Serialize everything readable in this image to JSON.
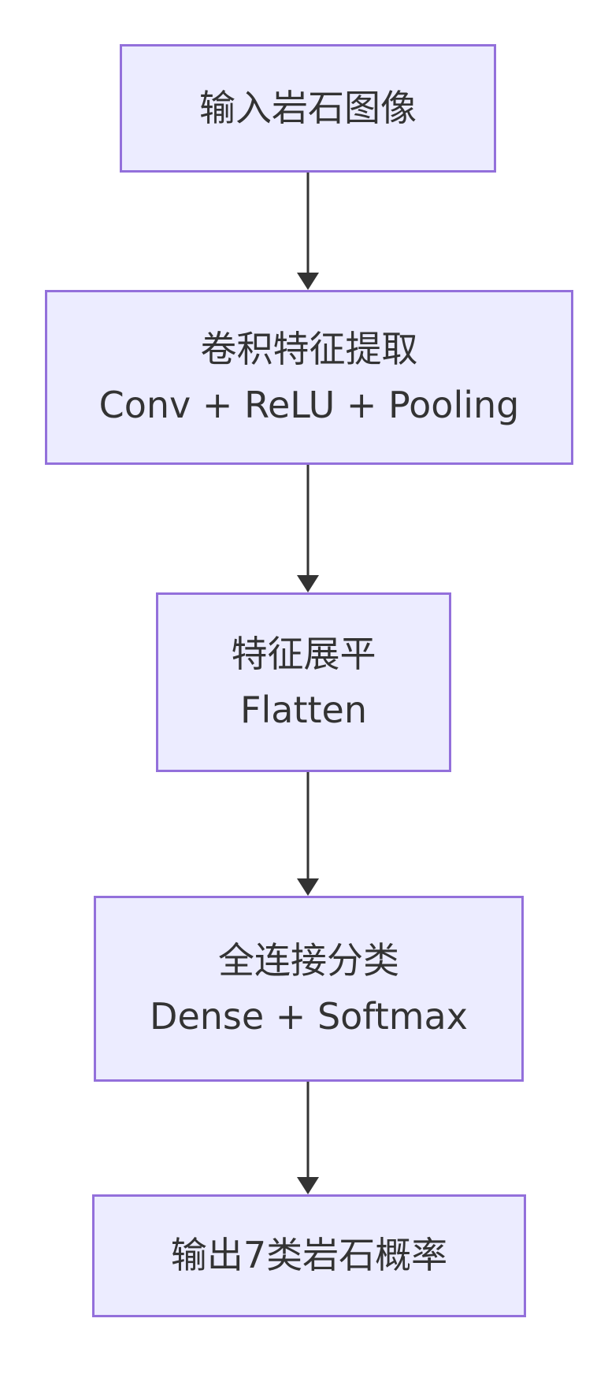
{
  "diagram": {
    "type": "flowchart",
    "direction": "top-down",
    "colors": {
      "node_fill": "#ECECFF",
      "node_border": "#9370DB",
      "arrow": "#333333",
      "text": "#333333",
      "background": "#FFFFFF"
    },
    "nodes": [
      {
        "id": "input",
        "lines": [
          "输入岩石图像"
        ]
      },
      {
        "id": "conv",
        "lines": [
          "卷积特征提取",
          "Conv + ReLU + Pooling"
        ]
      },
      {
        "id": "flatten",
        "lines": [
          "特征展平",
          "Flatten"
        ]
      },
      {
        "id": "dense",
        "lines": [
          "全连接分类",
          "Dense + Softmax"
        ]
      },
      {
        "id": "output",
        "lines": [
          "输出7类岩石概率"
        ]
      }
    ],
    "edges": [
      {
        "from": "input",
        "to": "conv"
      },
      {
        "from": "conv",
        "to": "flatten"
      },
      {
        "from": "flatten",
        "to": "dense"
      },
      {
        "from": "dense",
        "to": "output"
      }
    ]
  }
}
